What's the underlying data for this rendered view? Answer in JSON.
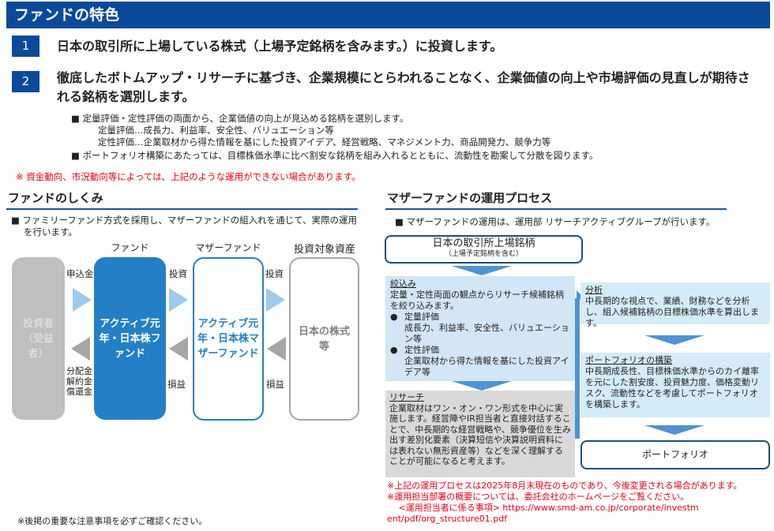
{
  "header": {
    "title": "ファンドの特色"
  },
  "features": [
    {
      "num": "1",
      "text": "日本の取引所に上場している株式（上場予定銘柄を含みます。）に投資します。"
    },
    {
      "num": "2",
      "text": "徹底したボトムアップ・リサーチに基づき、企業規模にとらわれることなく、企業価値の向上や市場評価の見直しが期待される銘柄を選別します。"
    }
  ],
  "details": {
    "b1": "■ 定量評価・定性評価の両面から、企業価値の向上が見込める銘柄を選別します。",
    "b1a": "定量評価…成長力、利益率、安全性、バリュエーション等",
    "b1b": "定性評価…企業取材から得た情報を基にした投資アイデア、経営戦略、マネジメント力、商品開発力、競争力等",
    "b2": "■ ポートフォリオ構築にあたっては、目標株価水準に比べ割安な銘柄を組み入れるとともに、流動性を勘案して分散を図ります。"
  },
  "caution": "※ 資金動向、市況動向等によっては、上記のような運用ができない場合があります。",
  "left": {
    "title": "ファンドのしくみ",
    "desc": "■ ファミリーファンド方式を採用し、マザーファンドの組入れを通じて、実際の運用を行います。",
    "cols": [
      "ファンド",
      "マザーファンド",
      "投資対象資産"
    ],
    "investor": "投資者（受益者）",
    "fund": "アクティブ元年・日本株ファンド",
    "mother": "アクティブ元年・日本株マザーファンド",
    "asset": "日本の株式等",
    "labels": {
      "apply": "申込金",
      "invest1": "投資",
      "invest2": "投資",
      "dist": "分配金\n解約金\n償還金",
      "pl1": "損益",
      "pl2": "損益"
    },
    "colors": {
      "fund": "#2380c6",
      "mother_border": "#2380c6",
      "investor": "#bfbfbf",
      "asset_border": "#a6a6a6"
    }
  },
  "right": {
    "title": "マザーファンドの運用プロセス",
    "desc": "■ マザーファンドの運用は、運用部 リサーチアクティブグループが行います。",
    "top": {
      "title": "日本の取引所上場銘柄",
      "sub": "（上場予定銘柄を含む）"
    },
    "screen": {
      "head": "絞込み",
      "text": "定量・定性両面の観点からリサーチ候補銘柄を絞り込みます。",
      "q_head": "定量評価",
      "q_text": "成長力、利益率、安全性、バリュエーション等",
      "ql_head": "定性評価",
      "ql_text": "企業取材から得た情報を基にした投資アイデア等"
    },
    "research": {
      "head": "リサーチ",
      "text": "企業取材はワン・オン・ワン形式を中心に実施します。経営陣やIR担当者と直接対話することで、中長期的な経営戦略や、競争優位を生み出す差別化要素（決算短信や決算説明資料には表れない無形資産等）などを深く理解することが可能になると考えます。"
    },
    "analysis": {
      "head": "分析",
      "text": "中長期的な視点で、業績、財務などを分析し、組入候補銘柄の目標株価水準を算出します。"
    },
    "build": {
      "head": "ポートフォリオの構築",
      "text": "中長期成長性、目標株価水準からのカイ離率を元にした割安度、投資魅力度、価格変動リスク、流動性などを考慮してポートフォリオを構築します。"
    },
    "portfolio": "ポートフォリオ",
    "notes": [
      "※上記の運用プロセスは2025年8月末現在のものであり、今後変更される場合があります。",
      "※運用担当部署の概要については、委託会社のホームページをご覧ください。",
      "　 <運用担当者に係る事項> https://www.smd-am.co.jp/corporate/investment/pdf/org_structure01.pdf"
    ]
  },
  "footer": "※後掲の重要な注意事項を必ずご確認ください。"
}
